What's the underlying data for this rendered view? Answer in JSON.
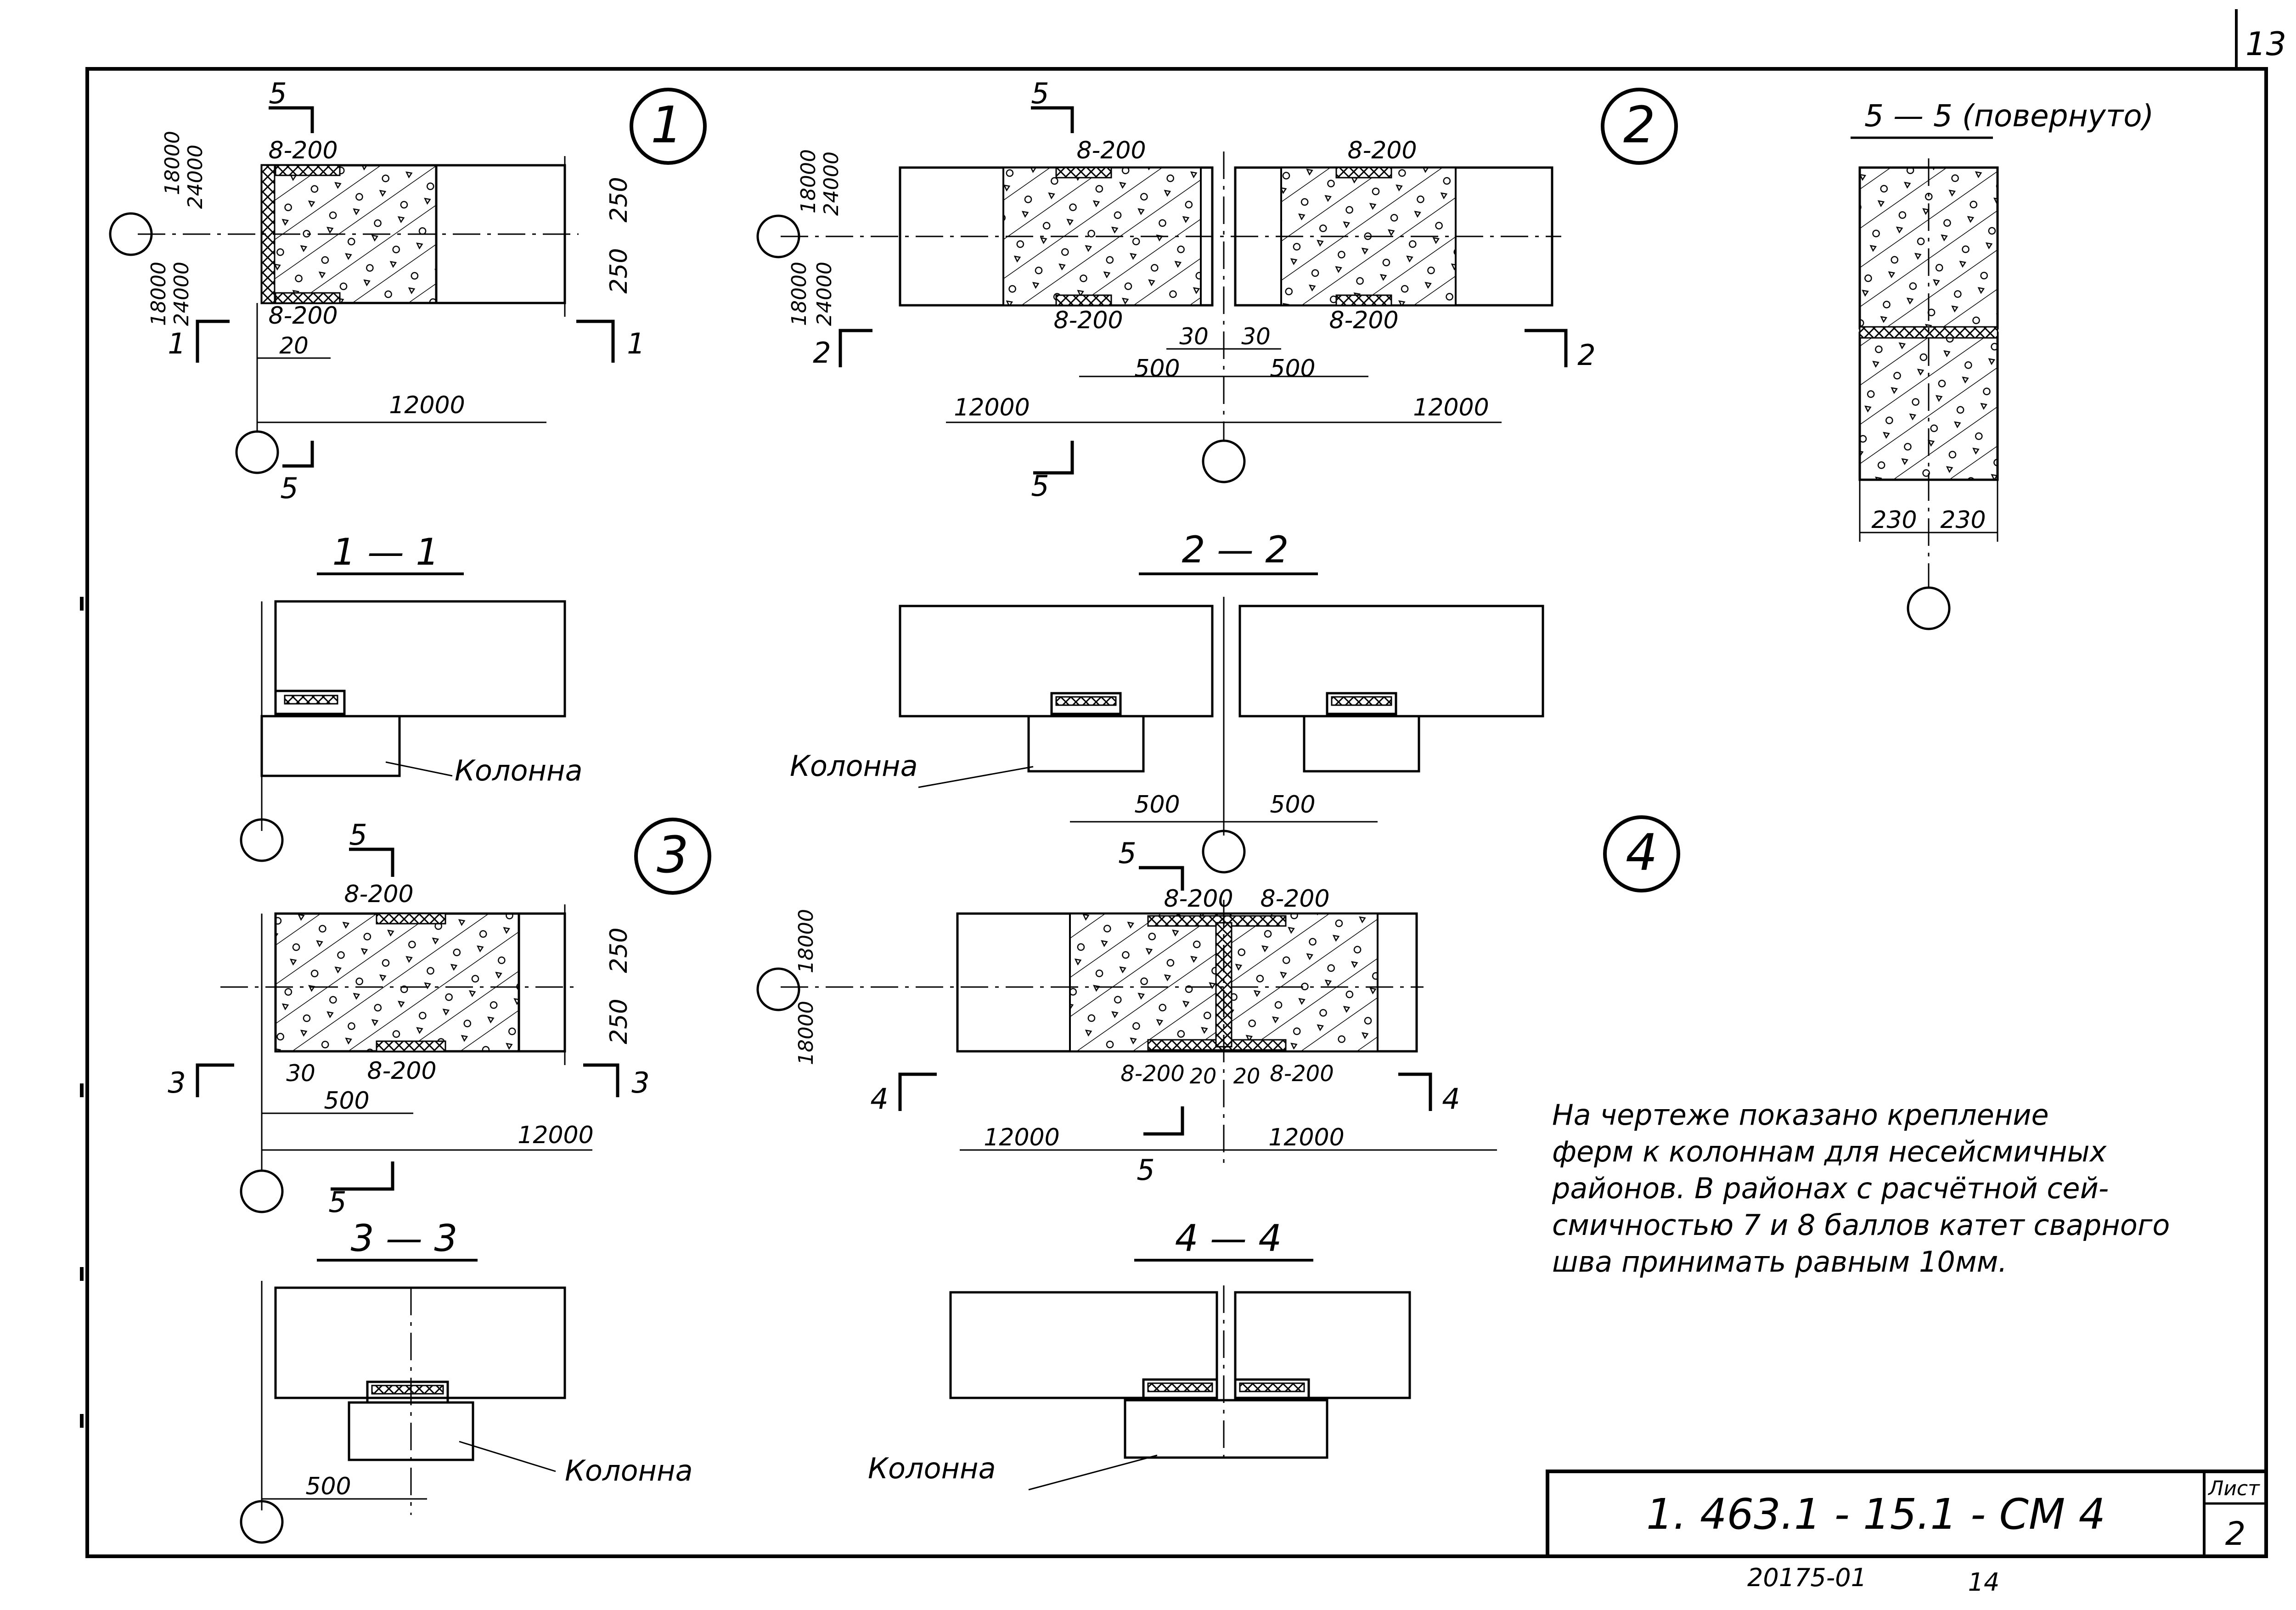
{
  "sheet": {
    "page_number": "13",
    "designation": "1. 463.1 - 15.1 - СМ 4",
    "list_label": "Лист",
    "list_number": "2",
    "archive_number": "20175-01",
    "archive_sheet": "14"
  },
  "node_marks": [
    "1",
    "2",
    "3",
    "4"
  ],
  "section_titles": {
    "s11": "1 — 1",
    "s22": "2 — 2",
    "s33": "3 — 3",
    "s44": "4 — 4",
    "s55": "5 — 5 (повернуто)"
  },
  "dimensions": {
    "weld": "8-200",
    "span_12000": "12000",
    "half_250": "250",
    "gap_20": "20",
    "gap_30": "30",
    "d500": "500",
    "d230": "230",
    "span_18000": "18000",
    "span_24000": "24000"
  },
  "section_marks": {
    "five": "5",
    "one": "1",
    "two": "2",
    "three": "3",
    "four": "4"
  },
  "labels": {
    "column": "Колонна"
  },
  "note": [
    "На чертеже показано крепление",
    "ферм к колоннам для несейсмичных",
    "районов. В районах с расчётной сей-",
    "смичностью 7 и 8 баллов катет сварного",
    "шва принимать равным 10мм."
  ]
}
